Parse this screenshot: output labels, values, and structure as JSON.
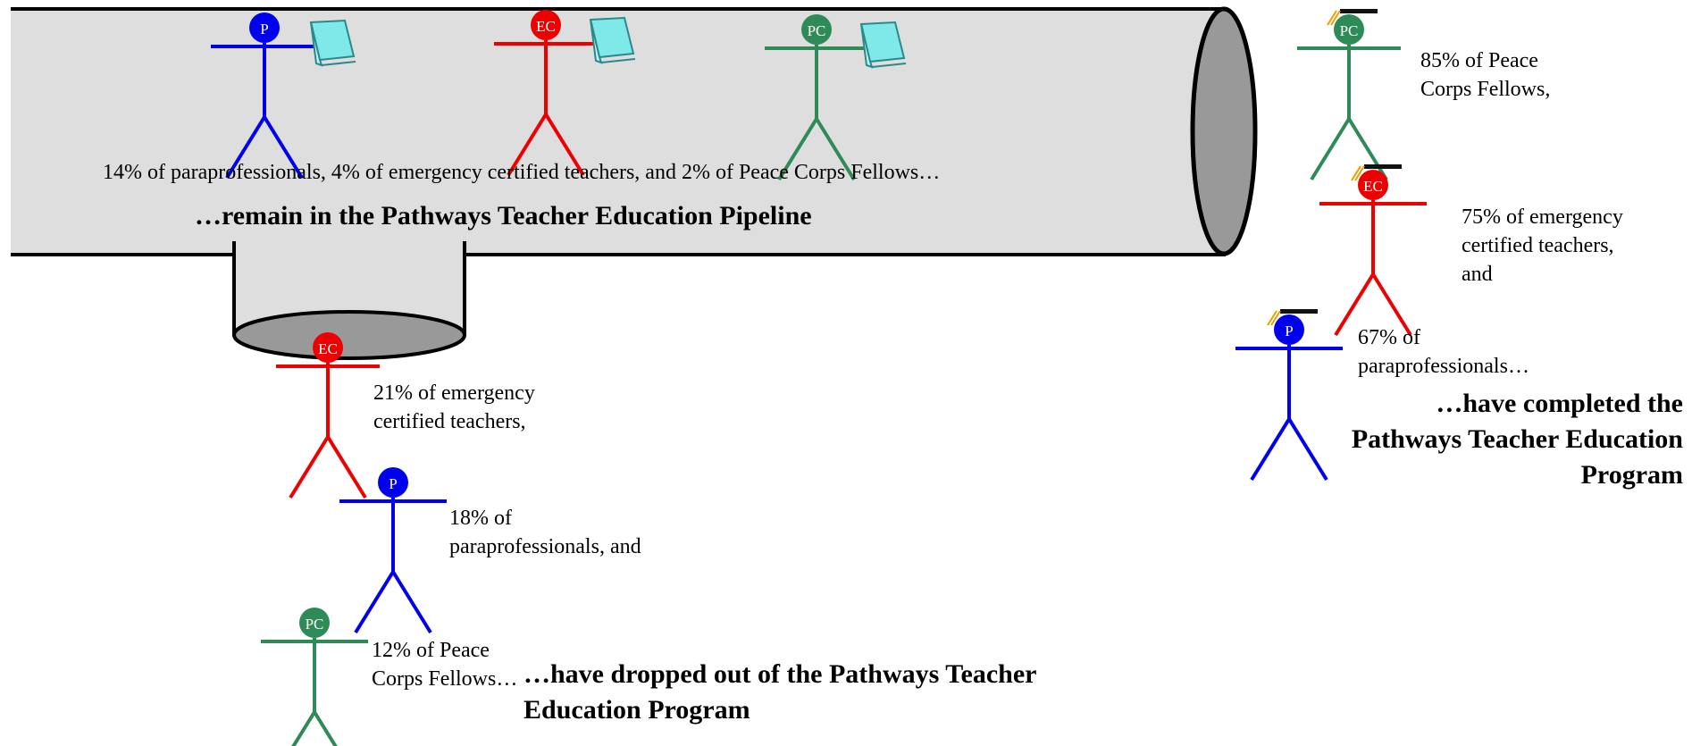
{
  "colors": {
    "paraprofessional": "#0000ee",
    "emergency_certified": "#ee0000",
    "peace_corps": "#2e8b57",
    "pipe_fill": "#dedede",
    "pipe_end": "#999999",
    "book": "#7fe8e8",
    "cap": "#111111",
    "tassel": "#e8a000"
  },
  "figure_labels": {
    "paraprofessional": "P",
    "emergency_certified": "EC",
    "peace_corps": "PC"
  },
  "icons": [
    "book-icon",
    "graduation-cap-icon",
    "stick-figure-icon"
  ],
  "pipeline": {
    "remain_stats": "14% of paraprofessionals, 4% of emergency certified teachers, and 2% of Peace Corps Fellows…",
    "remain_heading": "…remain in the Pathways Teacher Education Pipeline"
  },
  "dropped": {
    "ec_lines": [
      "21% of emergency",
      "certified teachers,"
    ],
    "p_lines": [
      "18% of",
      "paraprofessionals, and"
    ],
    "pc_lines": [
      "12% of Peace",
      "Corps Fellows…"
    ],
    "heading_lines": [
      "…have dropped out of the Pathways Teacher",
      "Education Program"
    ]
  },
  "completed": {
    "pc_lines": [
      "85% of Peace",
      "Corps Fellows,"
    ],
    "ec_lines": [
      "75% of emergency",
      "certified teachers,",
      "and"
    ],
    "p_lines": [
      "67% of",
      "paraprofessionals…"
    ],
    "heading_lines": [
      "…have completed the",
      "Pathways Teacher Education",
      "Program"
    ]
  }
}
